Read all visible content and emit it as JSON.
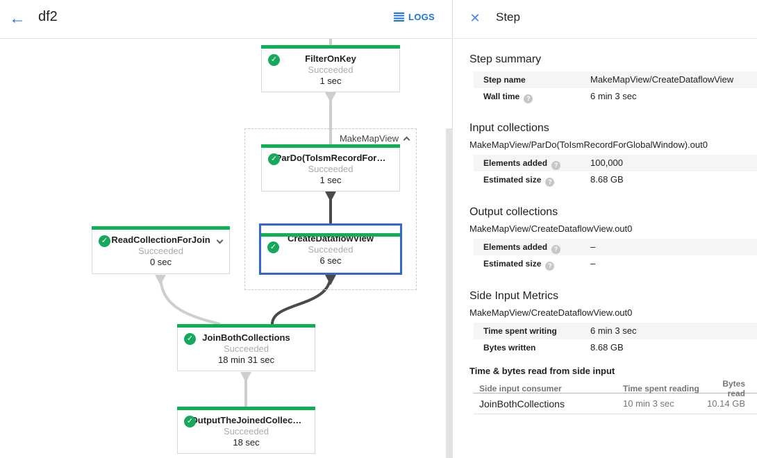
{
  "header": {
    "title": "df2",
    "logs_label": "LOGS"
  },
  "graph": {
    "group": {
      "label": "MakeMapView"
    },
    "nodes": [
      {
        "title": "FilterOnKey",
        "status": "Succeeded",
        "time": "1 sec"
      },
      {
        "title": "ParDo(ToIsmRecordFor…",
        "status": "Succeeded",
        "time": "1 sec"
      },
      {
        "title": "CreateDataflowView",
        "status": "Succeeded",
        "time": "6 sec"
      },
      {
        "title": "ReadCollectionForJoin",
        "status": "Succeeded",
        "time": "0 sec"
      },
      {
        "title": "JoinBothCollections",
        "status": "Succeeded",
        "time": "18 min 31 sec"
      },
      {
        "title": "OutputTheJoinedCollec…",
        "status": "Succeeded",
        "time": "18 sec"
      }
    ]
  },
  "panel": {
    "title": "Step",
    "step_summary": {
      "heading": "Step summary",
      "rows": [
        {
          "label": "Step name",
          "value": "MakeMapView/CreateDataflowView"
        },
        {
          "label": "Wall time",
          "value": "6 min 3 sec"
        }
      ]
    },
    "input_collections": {
      "heading": "Input collections",
      "subtitle": "MakeMapView/ParDo(ToIsmRecordForGlobalWindow).out0",
      "rows": [
        {
          "label": "Elements added",
          "value": "100,000"
        },
        {
          "label": "Estimated size",
          "value": "8.68 GB"
        }
      ]
    },
    "output_collections": {
      "heading": "Output collections",
      "subtitle": "MakeMapView/CreateDataflowView.out0",
      "rows": [
        {
          "label": "Elements added",
          "value": "–"
        },
        {
          "label": "Estimated size",
          "value": "–"
        }
      ]
    },
    "side_input_metrics": {
      "heading": "Side Input Metrics",
      "subtitle": "MakeMapView/CreateDataflowView.out0",
      "rows": [
        {
          "label": "Time spent writing",
          "value": "6 min 3 sec"
        },
        {
          "label": "Bytes written",
          "value": "8.68 GB"
        }
      ]
    },
    "side_input_table": {
      "heading": "Time & bytes read from side input",
      "columns": [
        "Side input consumer",
        "Time spent reading",
        "Bytes read"
      ],
      "rows": [
        {
          "consumer": "JoinBothCollections",
          "time": "10 min 3 sec",
          "bytes": "10.14 GB"
        }
      ]
    }
  },
  "icons": {
    "back": "←",
    "close": "✕",
    "check": "✓",
    "help": "?"
  },
  "colors": {
    "status_green": "#0cb152",
    "selection_blue": "#3367d6",
    "accent_blue": "#1a73e8"
  }
}
